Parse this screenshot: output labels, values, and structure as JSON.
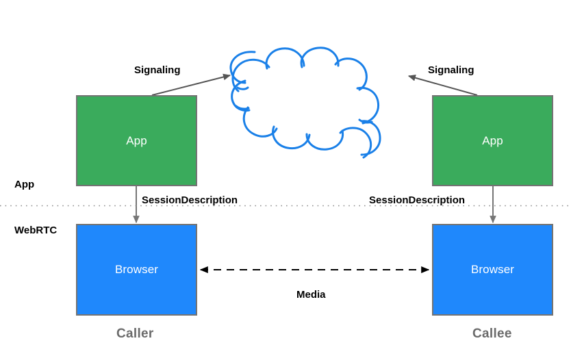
{
  "diagram": {
    "title_present": false,
    "colors": {
      "app_box_fill": "#3aab5c",
      "browser_box_fill": "#1f88fc",
      "box_stroke": "#737373",
      "cloud_stroke": "#1a80e8",
      "arrow_signaling": "#555555",
      "arrow_session": "#767676",
      "arrow_media": "#000000",
      "divider": "#9a9a9a",
      "actor_label": "#6b6b6b",
      "box_text": "#ffffff"
    },
    "layers": [
      {
        "label": "App"
      },
      {
        "label": "WebRTC"
      }
    ],
    "nodes": [
      {
        "id": "caller-app",
        "label": "App",
        "kind": "app"
      },
      {
        "id": "callee-app",
        "label": "App",
        "kind": "app"
      },
      {
        "id": "caller-browser",
        "label": "Browser",
        "kind": "browser"
      },
      {
        "id": "callee-browser",
        "label": "Browser",
        "kind": "browser"
      }
    ],
    "cloud": {
      "name": "signaling-server-cloud",
      "label": ""
    },
    "edges": [
      {
        "id": "caller-signaling",
        "label": "Signaling",
        "style": "solid",
        "direction": "to-cloud"
      },
      {
        "id": "callee-signaling",
        "label": "Signaling",
        "style": "solid",
        "direction": "to-cloud"
      },
      {
        "id": "caller-session",
        "label": "SessionDescription",
        "style": "solid",
        "direction": "down"
      },
      {
        "id": "callee-session",
        "label": "SessionDescription",
        "style": "solid",
        "direction": "down"
      },
      {
        "id": "media",
        "label": "Media",
        "style": "dashed",
        "direction": "both"
      }
    ],
    "actors": [
      {
        "label": "Caller"
      },
      {
        "label": "Callee"
      }
    ]
  }
}
